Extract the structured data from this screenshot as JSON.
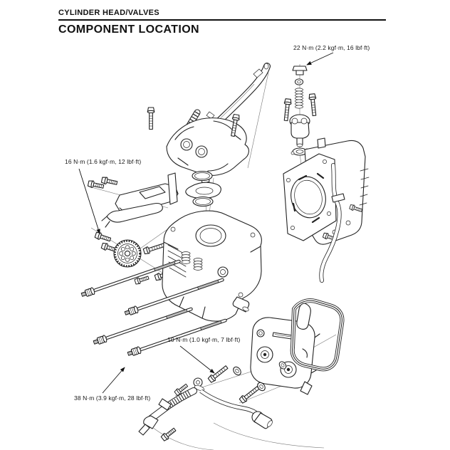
{
  "header": {
    "section_title": "CYLINDER HEAD/VALVES",
    "page_title": "COMPONENT LOCATION"
  },
  "torque_labels": {
    "tensioner_cap_bolt": "22 N·m (2.2 kgf·m, 16 lbf·ft)",
    "rocker_arm_shaft_bolt": "16 N·m (1.6 kgf·m, 12 lbf·ft)",
    "oil_hose_banjo_bolt": "10 N·m (1.0 kgf·m, 7 lbf·ft)",
    "cylinder_head_nut": "38 N·m (3.9 kgf·m, 28 lbf·ft)"
  },
  "diagram": {
    "type": "exploded-parts-view",
    "line_color": "#222222",
    "background": "#ffffff",
    "parts": [
      "cam-chain-guide",
      "cam-chain",
      "cam-chain-tensioner",
      "tensioner-spring",
      "camshaft-holder",
      "rocker-arm-assembly",
      "cam-sprocket",
      "o-rings",
      "cylinder-head",
      "cylinder-head-gasket",
      "cylinder-block",
      "stud-bolts",
      "cylinder-head-cover",
      "head-cover-gasket",
      "oil-hose",
      "sealing-washers",
      "flange-bolts"
    ]
  }
}
